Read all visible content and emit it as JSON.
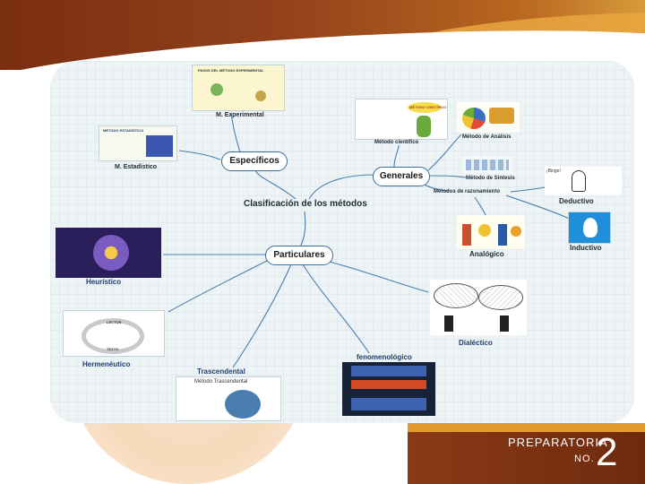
{
  "central": "Clasificación de los métodos",
  "especificos": {
    "label": "Específicos",
    "children": [
      "M. Experimental",
      "M. Estadístico"
    ],
    "experimental_image_text": "PASOS DEL MÉTODO EXPERIMENTAL"
  },
  "generales": {
    "label": "Generales",
    "children": [
      "Método científico",
      "Método de Análisis",
      "Método de Síntesis"
    ],
    "razonamiento": {
      "label": "Métodos de razonamiento",
      "children": [
        "Deductivo",
        "Inductivo",
        "Analógico"
      ]
    },
    "estadistico_image_text": "MÉTODO ESTADÍSTICO",
    "cientifico_badge": "MÉTODO CIENTÍFICO",
    "deductivo_bubble": "¡Bingo!"
  },
  "particulares": {
    "label": "Particulares",
    "children": [
      "Heurístico",
      "Hermenéutico",
      "Trascendental",
      "fenomenológico",
      "Dialéctico"
    ],
    "trascendental_image_title": "Método Trascendental",
    "hermeneutico_boxes": [
      "LECTOR",
      "TEXTO"
    ]
  },
  "footer": {
    "preparatoria": "PREPARATORIA",
    "no": "NO.",
    "number": "2"
  },
  "colors": {
    "brand_dark": "#7a2e10",
    "brand_gold": "#e39a2f",
    "line_blue": "#4a7eb0"
  }
}
